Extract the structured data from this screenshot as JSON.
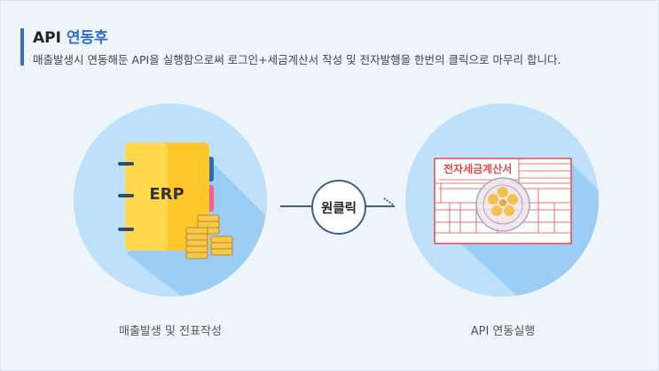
{
  "header": {
    "title_prefix": "API ",
    "title_accent": "연동후",
    "subtitle": "매출발생시 연동해둔 API을 실행함으로써 로그인+세금계산서 작성 및 전자발행을 한번의 클릭으로 마무리 합니다."
  },
  "left": {
    "erp_label": "ERP",
    "caption": "매출발생 및 전표작성"
  },
  "connector": {
    "label": "원클릭"
  },
  "right": {
    "invoice_title": "전자세금계산서",
    "caption": "API 연동실행"
  },
  "colors": {
    "accent": "#2f6fd1",
    "circle": "#bfe0fb",
    "binder": "#ffc72c",
    "invoice_red": "#e34b4b"
  }
}
